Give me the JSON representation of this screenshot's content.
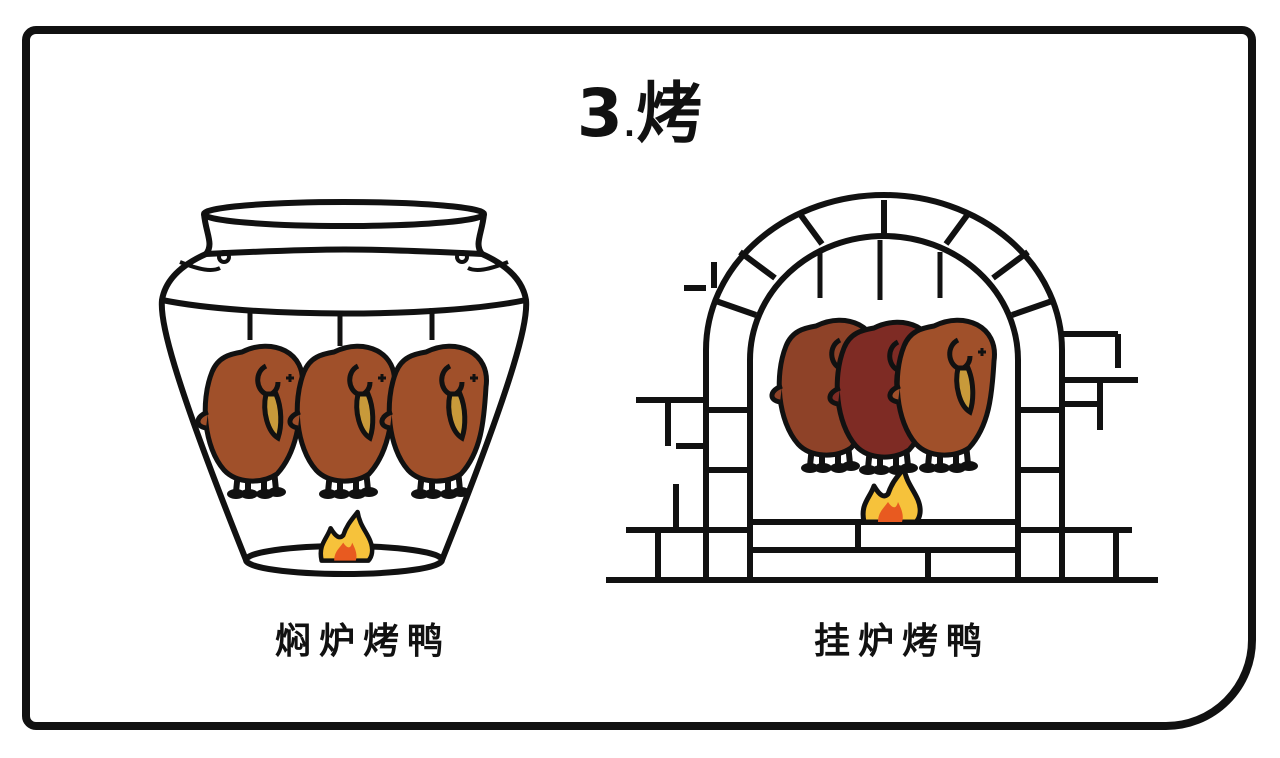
{
  "title": {
    "number": "3",
    "dot": ".",
    "text": "烤"
  },
  "left": {
    "caption": "焖炉烤鸭"
  },
  "right": {
    "caption": "挂炉烤鸭"
  },
  "colors": {
    "outline": "#111111",
    "duck_brown": "#A0502A",
    "duck_dark": "#7E2B24",
    "duck_mid": "#8E4228",
    "beak_yellow": "#C89A3A",
    "flame_orange": "#E85A20",
    "flame_yellow": "#F6C23B"
  },
  "icons": [
    "pot-oven-icon",
    "brick-oven-icon",
    "duck-icon",
    "flame-icon"
  ]
}
